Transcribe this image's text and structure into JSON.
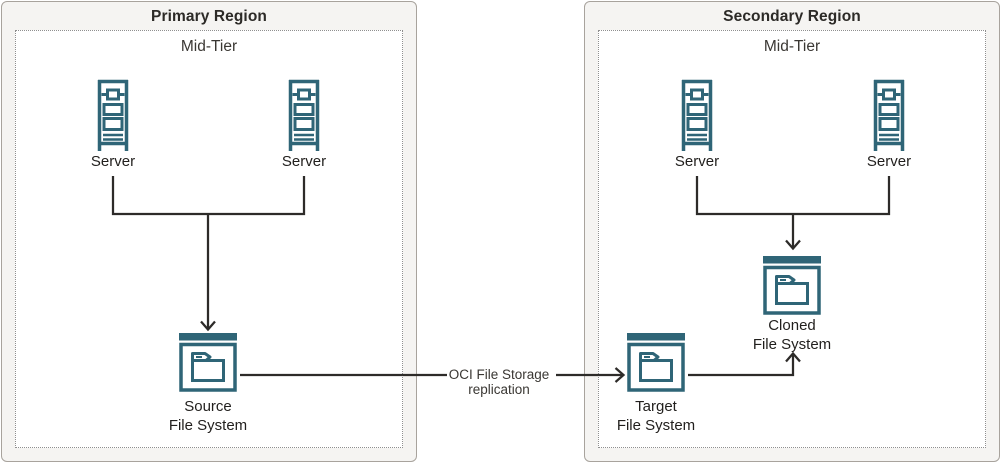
{
  "colors": {
    "icon_teal": "#2f6577",
    "connector": "#2d2b29",
    "region_fill": "#f5f4f2",
    "region_border": "#a8a39d",
    "tier_fill": "#ffffff",
    "tier_border": "#8f8f8f",
    "title_text": "#2c2a27",
    "label_text": "#211f1d",
    "sublabel_text": "#3a3733"
  },
  "regions": [
    {
      "title": "Primary Region",
      "tier": "Mid-Tier",
      "servers": [
        "Server",
        "Server"
      ]
    },
    {
      "title": "Secondary Region",
      "tier": "Mid-Tier",
      "servers": [
        "Server",
        "Server"
      ]
    }
  ],
  "file_systems": {
    "source": {
      "line1": "Source",
      "line2": "File System"
    },
    "target": {
      "line1": "Target",
      "line2": "File System"
    },
    "cloned": {
      "line1": "Cloned",
      "line2": "File System"
    }
  },
  "replication_label": {
    "line1": "OCI File Storage",
    "line2": "replication"
  },
  "icons": {
    "server": "server-tower-icon",
    "file_system": "folder-window-icon"
  }
}
